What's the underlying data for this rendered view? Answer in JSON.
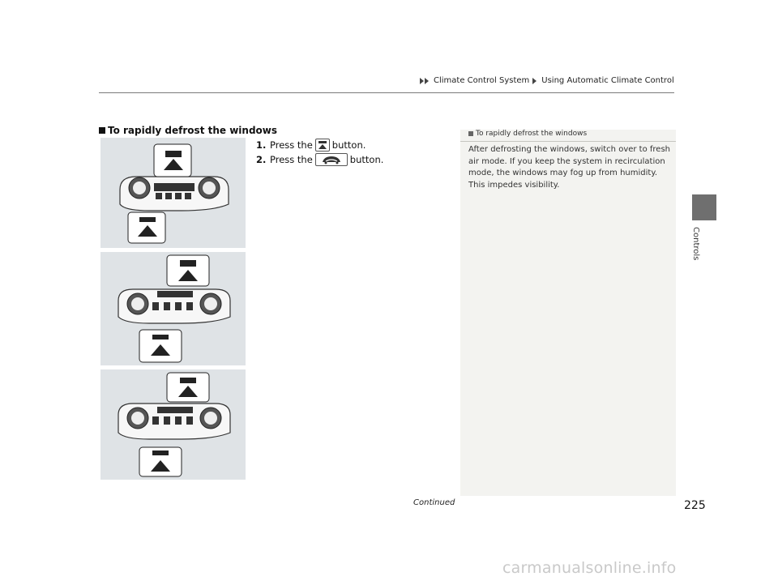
{
  "header": {
    "breadcrumb": [
      "Climate Control System",
      "Using Automatic Climate Control"
    ]
  },
  "side_tab": {
    "label": "Controls"
  },
  "section": {
    "title": "To rapidly defrost the windows",
    "steps": [
      {
        "number": "1.",
        "before": "Press the",
        "after": "button.",
        "icon": "front-defrost-button-icon"
      },
      {
        "number": "2.",
        "before": "Press the",
        "after": "button.",
        "icon": "recirculation-button-icon"
      }
    ]
  },
  "note": {
    "heading": "To rapidly defrost the windows",
    "body": "After defrosting the windows, switch over to fresh air mode. If you keep the system in recirculation mode, the windows may fog up from humidity. This impedes visibility."
  },
  "footer": {
    "continued": "Continued",
    "page_number": "225"
  },
  "watermark": "carmanualsonline.info",
  "colors": {
    "panel_bg": "#dfe3e6",
    "note_bg": "#f3f3f0",
    "tab_gray": "#6f6f6f"
  }
}
